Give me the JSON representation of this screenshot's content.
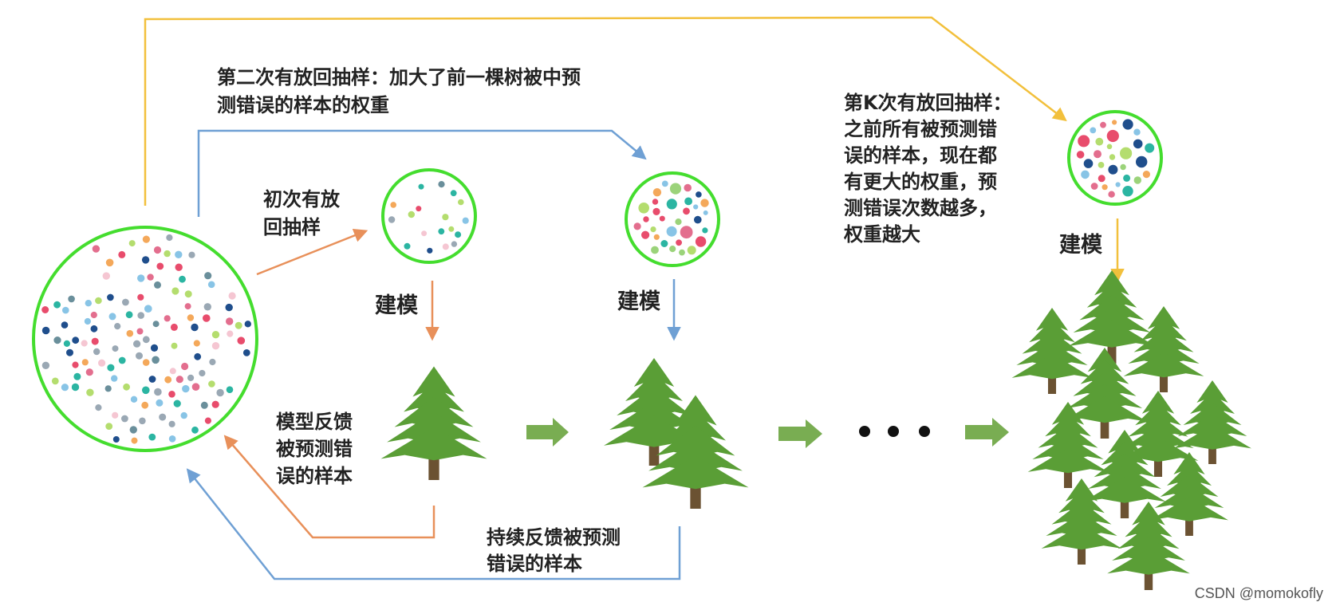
{
  "labels": {
    "second_sampling": "第二次有放回抽样：加大了前一棵树被中预\n测错误的样本的权重",
    "first_sampling": "初次有放\n回抽样",
    "kth_sampling": "第K次有放回抽样：\n之前所有被预测错\n误的样本，现在都\n有更大的权重，预\n测错误次数越多，\n权重越大",
    "model_1": "建模",
    "model_2": "建模",
    "model_k": "建模",
    "feedback_1": "模型反馈\n被预测错\n误的样本",
    "feedback_2": "持续反馈被预测\n错误的样本",
    "ellipsis": "• • •",
    "watermark": "CSDN @momokofly"
  },
  "colors": {
    "ring": "#44dd2e",
    "tree": "#5a9e36",
    "tree_dark": "#4a8a2c",
    "trunk": "#6b5232",
    "arrow_yellow": "#f2c03c",
    "arrow_blue": "#6fa0d4",
    "arrow_orange": "#e8905a",
    "flow_arrow": "#79ad52",
    "dot_palette": [
      "#1f4e8c",
      "#e36e8e",
      "#2bb5a2",
      "#f4a85a",
      "#9aa8b4",
      "#b4dd6e",
      "#f5c6d2",
      "#88c4e6",
      "#e84c6c",
      "#6a8f9b"
    ]
  }
}
